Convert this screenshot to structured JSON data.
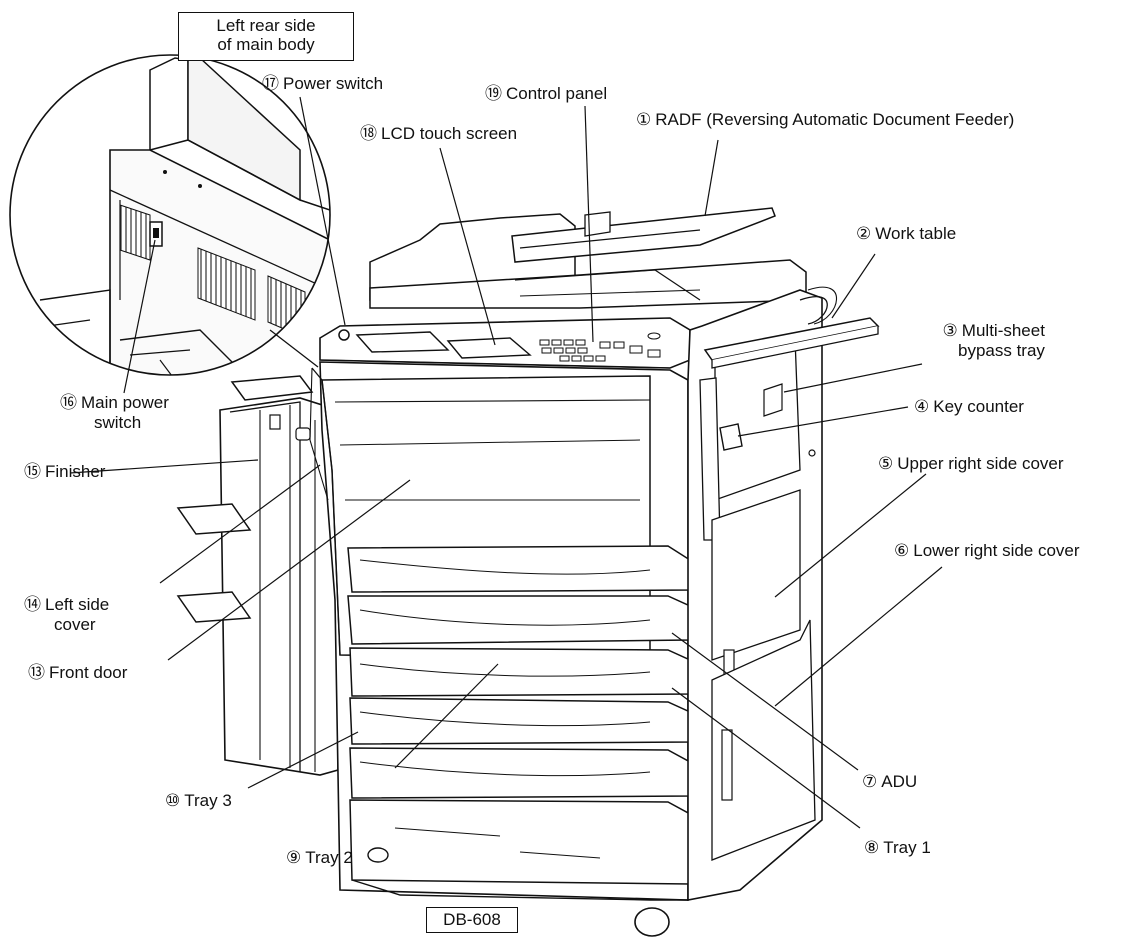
{
  "inset_title_line1": "Left rear side",
  "inset_title_line2": "of main body",
  "model_label": "DB-608",
  "callouts": [
    {
      "num": "①",
      "text": "RADF (Reversing Automatic Document Feeder)"
    },
    {
      "num": "②",
      "text": "Work table"
    },
    {
      "num": "③",
      "text": "Multi-sheet",
      "text2": "bypass tray"
    },
    {
      "num": "④",
      "text": "Key counter"
    },
    {
      "num": "⑤",
      "text": "Upper right side cover"
    },
    {
      "num": "⑥",
      "text": "Lower right side cover"
    },
    {
      "num": "⑦",
      "text": "ADU"
    },
    {
      "num": "⑧",
      "text": "Tray 1"
    },
    {
      "num": "⑨",
      "text": "Tray 2"
    },
    {
      "num": "⑩",
      "text": "Tray 3"
    },
    {
      "num": "⑬",
      "text": "Front door"
    },
    {
      "num": "⑭",
      "text": "Left side",
      "text2": "cover"
    },
    {
      "num": "⑮",
      "text": "Finisher"
    },
    {
      "num": "⑯",
      "text": "Main power",
      "text2": "switch"
    },
    {
      "num": "⑰",
      "text": "Power switch"
    },
    {
      "num": "⑱",
      "text": "LCD touch screen"
    },
    {
      "num": "⑲",
      "text": "Control panel"
    }
  ]
}
